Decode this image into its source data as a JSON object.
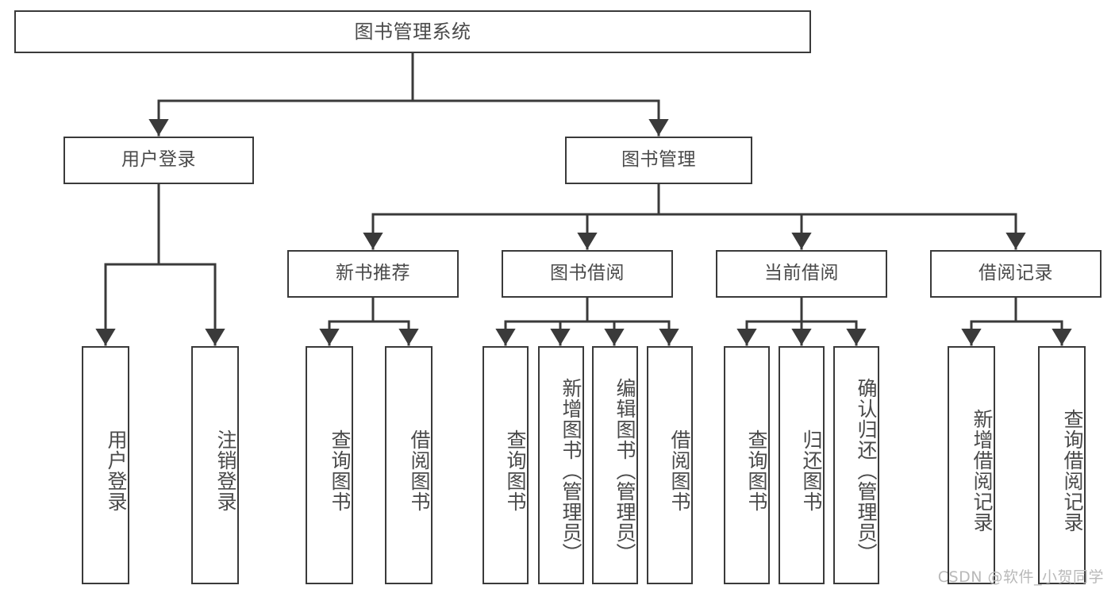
{
  "diagram": {
    "title": "图书管理系统",
    "type": "hierarchy-tree",
    "watermark": "CSDN @软件_小贺同学",
    "colors": {
      "box_border": "#3a3a3a",
      "box_fill": "#ffffff",
      "text": "#4a4a4a",
      "edge": "#3a3a3a",
      "watermark": "#b9b9b9",
      "background": "#ffffff"
    },
    "levels": {
      "root": "图书管理系统",
      "level1": [
        "用户登录",
        "图书管理"
      ],
      "level2": [
        "新书推荐",
        "图书借阅",
        "当前借阅",
        "借阅记录"
      ]
    },
    "nodes": {
      "root": {
        "label": "图书管理系统"
      },
      "l1": [
        {
          "label": "用户登录"
        },
        {
          "label": "图书管理"
        }
      ],
      "l2": [
        {
          "label": "新书推荐"
        },
        {
          "label": "图书借阅"
        },
        {
          "label": "当前借阅"
        },
        {
          "label": "借阅记录"
        }
      ],
      "leaves": {
        "user_login": [
          {
            "label": "用户登录"
          },
          {
            "label": "注销登录"
          }
        ],
        "new_book": [
          {
            "label": "查询图书"
          },
          {
            "label": "借阅图书"
          }
        ],
        "borrow_book": [
          {
            "label": "查询图书"
          },
          {
            "label": "新增图书（管理员）"
          },
          {
            "label": "编辑图书（管理员）"
          },
          {
            "label": "借阅图书"
          }
        ],
        "current_borrow": [
          {
            "label": "查询图书"
          },
          {
            "label": "归还图书"
          },
          {
            "label": "确认归还（管理员）"
          }
        ],
        "borrow_record": [
          {
            "label": "新增借阅记录"
          },
          {
            "label": "查询借阅记录"
          }
        ]
      }
    }
  }
}
